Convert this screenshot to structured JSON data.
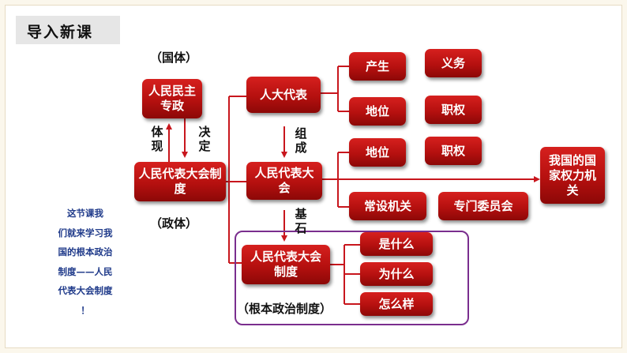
{
  "title": "导入新课",
  "labels": {
    "guoti": "（国体）",
    "zhengti": "（政体）",
    "genben": "（根本政治制度）",
    "tixian": "体现",
    "jueding": "决定",
    "zucheng": "组成",
    "jishi": "基石"
  },
  "boxes": {
    "renmin_minzhu": "人民民主专政",
    "daibiao_zhidu_left": "人民代表大会制度",
    "renda_daibiao": "人大代表",
    "renmin_daibiao_dahui": "人民代表大会",
    "daibiao_zhidu_bottom": "人民代表大会制度",
    "chansheng": "产生",
    "yiwu": "义务",
    "diwei_1": "地位",
    "zhiquan_1": "职权",
    "diwei_2": "地位",
    "zhiquan_2": "职权",
    "changshe_jiguan": "常设机关",
    "zhuanmen_weiyuanhui": "专门委员会",
    "guojia_quanli_jiguan": "我国的国家权力机关",
    "shi_shenme": "是什么",
    "wei_shenme": "为什么",
    "zenme_yang": "怎么样"
  },
  "side_text": [
    "这节课我",
    "们就来学习我",
    "国的根本政治",
    "制度——人民",
    "代表大会制度",
    "！"
  ],
  "colors": {
    "box_red": "#c0141a",
    "arrow_red": "#c8161d",
    "frame_purple": "#7a2e8e",
    "side_text_blue": "#1f3a8a"
  }
}
